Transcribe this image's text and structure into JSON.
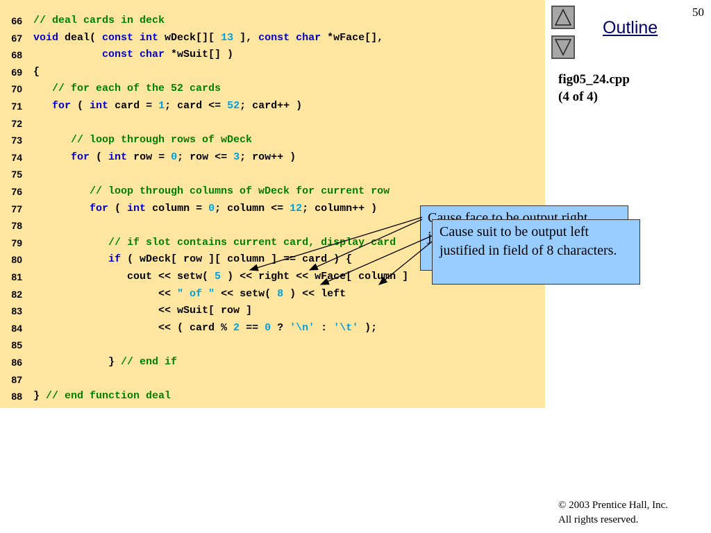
{
  "page_number": "50",
  "outline": {
    "label": "Outline",
    "up_icon": "triangle-up-icon",
    "down_icon": "triangle-down-icon"
  },
  "file_title": {
    "filename": "fig05_24.cpp",
    "part": "(4 of 4)"
  },
  "code_lines": [
    {
      "num": "66",
      "tokens": [
        {
          "t": "cm",
          "v": "// deal cards in deck"
        }
      ]
    },
    {
      "num": "67",
      "tokens": [
        {
          "t": "kw",
          "v": "void"
        },
        {
          "t": "",
          "v": " deal( "
        },
        {
          "t": "kw",
          "v": "const int"
        },
        {
          "t": "",
          "v": " wDeck[][ "
        },
        {
          "t": "nm",
          "v": "13"
        },
        {
          "t": "",
          "v": " ], "
        },
        {
          "t": "kw",
          "v": "const char"
        },
        {
          "t": "",
          "v": " *wFace[],"
        }
      ]
    },
    {
      "num": "68",
      "tokens": [
        {
          "t": "",
          "v": "           "
        },
        {
          "t": "kw",
          "v": "const char"
        },
        {
          "t": "",
          "v": " *wSuit[] )"
        }
      ]
    },
    {
      "num": "69",
      "tokens": [
        {
          "t": "",
          "v": "{"
        }
      ]
    },
    {
      "num": "70",
      "tokens": [
        {
          "t": "",
          "v": "   "
        },
        {
          "t": "cm",
          "v": "// for each of the 52 cards"
        }
      ]
    },
    {
      "num": "71",
      "tokens": [
        {
          "t": "",
          "v": "   "
        },
        {
          "t": "kw",
          "v": "for"
        },
        {
          "t": "",
          "v": " ( "
        },
        {
          "t": "kw",
          "v": "int"
        },
        {
          "t": "",
          "v": " card = "
        },
        {
          "t": "nm",
          "v": "1"
        },
        {
          "t": "",
          "v": "; card <= "
        },
        {
          "t": "nm",
          "v": "52"
        },
        {
          "t": "",
          "v": "; card++ )"
        }
      ]
    },
    {
      "num": "72",
      "tokens": []
    },
    {
      "num": "73",
      "tokens": [
        {
          "t": "",
          "v": "      "
        },
        {
          "t": "cm",
          "v": "// loop through rows of wDeck"
        }
      ]
    },
    {
      "num": "74",
      "tokens": [
        {
          "t": "",
          "v": "      "
        },
        {
          "t": "kw",
          "v": "for"
        },
        {
          "t": "",
          "v": " ( "
        },
        {
          "t": "kw",
          "v": "int"
        },
        {
          "t": "",
          "v": " row = "
        },
        {
          "t": "nm",
          "v": "0"
        },
        {
          "t": "",
          "v": "; row <= "
        },
        {
          "t": "nm",
          "v": "3"
        },
        {
          "t": "",
          "v": "; row++ )"
        }
      ]
    },
    {
      "num": "75",
      "tokens": []
    },
    {
      "num": "76",
      "tokens": [
        {
          "t": "",
          "v": "         "
        },
        {
          "t": "cm",
          "v": "// loop through columns of wDeck for current row"
        }
      ]
    },
    {
      "num": "77",
      "tokens": [
        {
          "t": "",
          "v": "         "
        },
        {
          "t": "kw",
          "v": "for"
        },
        {
          "t": "",
          "v": " ( "
        },
        {
          "t": "kw",
          "v": "int"
        },
        {
          "t": "",
          "v": " column = "
        },
        {
          "t": "nm",
          "v": "0"
        },
        {
          "t": "",
          "v": "; column <= "
        },
        {
          "t": "nm",
          "v": "12"
        },
        {
          "t": "",
          "v": "; column++ )"
        }
      ]
    },
    {
      "num": "78",
      "tokens": []
    },
    {
      "num": "79",
      "tokens": [
        {
          "t": "",
          "v": "            "
        },
        {
          "t": "cm",
          "v": "// if slot contains current card, display card"
        }
      ]
    },
    {
      "num": "80",
      "tokens": [
        {
          "t": "",
          "v": "            "
        },
        {
          "t": "kw",
          "v": "if"
        },
        {
          "t": "",
          "v": " ( wDeck[ row ][ column ] == card ) {"
        }
      ]
    },
    {
      "num": "81",
      "tokens": [
        {
          "t": "",
          "v": "               cout << setw( "
        },
        {
          "t": "nm",
          "v": "5"
        },
        {
          "t": "",
          "v": " ) << right << wFace[ column ]"
        }
      ]
    },
    {
      "num": "82",
      "tokens": [
        {
          "t": "",
          "v": "                    << "
        },
        {
          "t": "st",
          "v": "\" of \""
        },
        {
          "t": "",
          "v": " << setw( "
        },
        {
          "t": "nm",
          "v": "8"
        },
        {
          "t": "",
          "v": " ) << left"
        }
      ]
    },
    {
      "num": "83",
      "tokens": [
        {
          "t": "",
          "v": "                    << wSuit[ row ]"
        }
      ]
    },
    {
      "num": "84",
      "tokens": [
        {
          "t": "",
          "v": "                    << ( card % "
        },
        {
          "t": "nm",
          "v": "2"
        },
        {
          "t": "",
          "v": " == "
        },
        {
          "t": "nm",
          "v": "0"
        },
        {
          "t": "",
          "v": " ? "
        },
        {
          "t": "st",
          "v": "'\\n'"
        },
        {
          "t": "",
          "v": " : "
        },
        {
          "t": "st",
          "v": "'\\t'"
        },
        {
          "t": "",
          "v": " );"
        }
      ]
    },
    {
      "num": "85",
      "tokens": []
    },
    {
      "num": "86",
      "tokens": [
        {
          "t": "",
          "v": "            } "
        },
        {
          "t": "cm",
          "v": "// end if"
        }
      ]
    },
    {
      "num": "87",
      "tokens": []
    },
    {
      "num": "88",
      "tokens": [
        {
          "t": "",
          "v": "} "
        },
        {
          "t": "cm",
          "v": "// end function deal"
        }
      ]
    }
  ],
  "callouts": {
    "face": "Cause face to be output right justified in field of 5 characters.",
    "suit": "Cause suit to be output left justified in field of 8 characters."
  },
  "copyright": {
    "line1": "© 2003 Prentice Hall, Inc.",
    "line2": "All rights reserved."
  },
  "colors": {
    "code_background": "#FFE6A0",
    "keyword": "#0000CC",
    "comment": "#008000",
    "literal": "#00A0E0",
    "callout": "#99CCFF",
    "outline_link": "#000066"
  }
}
